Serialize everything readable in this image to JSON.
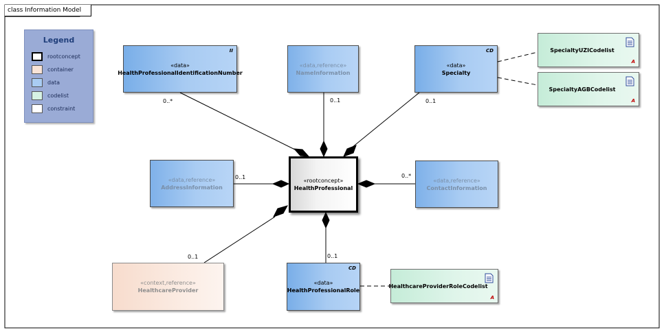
{
  "frame": {
    "title": "class Information Model"
  },
  "legend": {
    "title": "Legend",
    "items": [
      {
        "label": "rootconcept",
        "color": "#ffffff"
      },
      {
        "label": "container",
        "color": "#f9e3d6"
      },
      {
        "label": "data",
        "color": "#a9ccf3"
      },
      {
        "label": "codelist",
        "color": "#d6f2e4"
      },
      {
        "label": "constraint",
        "color": "#ffffff"
      }
    ]
  },
  "elements": {
    "hpin": {
      "stereotype": "«data»",
      "name": "HealthProfessionalIdentificationNumber",
      "tag": "II",
      "mult": "0..*"
    },
    "nameinfo": {
      "stereotype": "«data,reference»",
      "name": "NameInformation",
      "mult": "0..1"
    },
    "specialty": {
      "stereotype": "«data»",
      "name": "Specialty",
      "tag": "CD",
      "mult": "0..1"
    },
    "uzi": {
      "name": "SpecialtyUZICodelist",
      "mark": "A"
    },
    "agb": {
      "name": "SpecialtyAGBCodelist",
      "mark": "A"
    },
    "address": {
      "stereotype": "«data,reference»",
      "name": "AddressInformation",
      "mult": "0..1"
    },
    "root": {
      "stereotype": "«rootconcept»",
      "name": "HealthProfessional"
    },
    "contact": {
      "stereotype": "«data,reference»",
      "name": "ContactInformation",
      "mult": "0..*"
    },
    "provider": {
      "stereotype": "«context,reference»",
      "name": "HealthcareProvider",
      "mult": "0..1"
    },
    "role": {
      "stereotype": "«data»",
      "name": "HealthProfessionalRole",
      "tag": "CD",
      "mult": "0..1"
    },
    "rolecode": {
      "name": "HealthcareProviderRoleCodelist",
      "mark": "A"
    }
  }
}
